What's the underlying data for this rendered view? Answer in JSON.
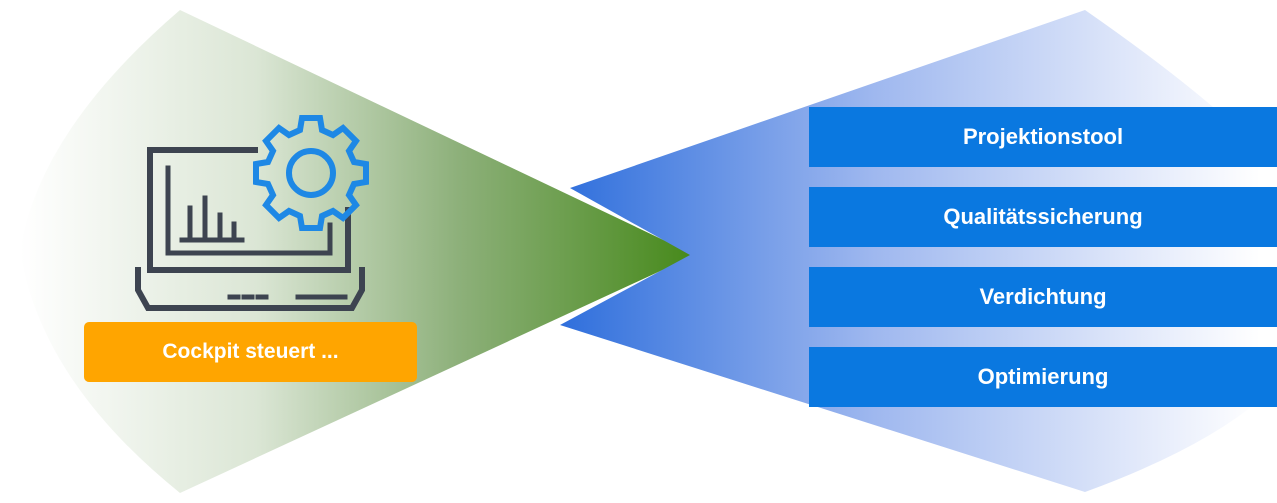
{
  "cockpit": {
    "label": "Cockpit steuert ...",
    "icon": "laptop-gear-icon",
    "accent_color": "#ffa500"
  },
  "tools": [
    {
      "label": "Projektionstool"
    },
    {
      "label": "Qualitätssicherung"
    },
    {
      "label": "Verdichtung"
    },
    {
      "label": "Optimierung"
    }
  ],
  "colors": {
    "tool_box": "#0a78e0",
    "left_wedge": "#4a8c1c",
    "right_wedge": "#2f6fdc",
    "icon_gear": "#1e88e5",
    "icon_laptop": "#3d4450"
  }
}
